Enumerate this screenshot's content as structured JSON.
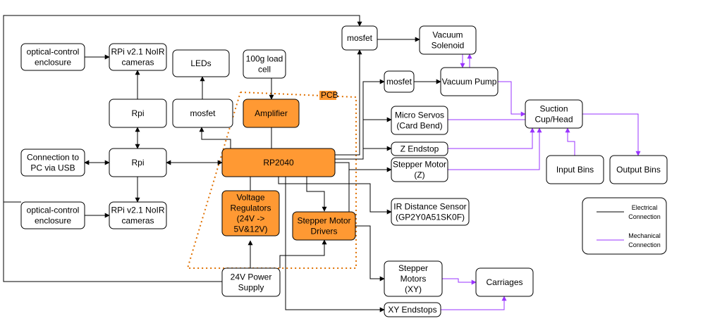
{
  "colors": {
    "electrical": "#000000",
    "mechanical": "#9933ff",
    "pcb_fill": "#ff9933",
    "pcb_border": "#e07000",
    "node_border": "#000000"
  },
  "pcb_label": "PCB",
  "nodes": {
    "optical_top": [
      "optical-control",
      "enclosure"
    ],
    "cam_top": [
      "RPi v2.1 NoIR",
      "cameras"
    ],
    "leds": [
      "LEDs"
    ],
    "loadcell": [
      "100g load",
      "cell"
    ],
    "rpi_a": [
      "Rpi"
    ],
    "mosfet_led": [
      "mosfet"
    ],
    "amplifier": [
      "Amplifier"
    ],
    "usb": [
      "Connection to",
      "PC via USB"
    ],
    "rpi_b": [
      "Rpi"
    ],
    "rp2040": [
      "RP2040"
    ],
    "optical_bot": [
      "optical-control",
      "enclosure"
    ],
    "cam_bot": [
      "RPi v2.1 NoIR",
      "cameras"
    ],
    "vreg": [
      "Voltage",
      "Regulators",
      "(24V ->",
      "5V&12V)"
    ],
    "smd": [
      "Stepper Motor",
      "Drivers"
    ],
    "psu": [
      "24V Power",
      "Supply"
    ],
    "mosfet_top": [
      "mosfet"
    ],
    "solenoid": [
      "Vacuum",
      "Solenoid"
    ],
    "mosfet_pump": [
      "mosfet"
    ],
    "pump": [
      "Vacuum Pump"
    ],
    "servos": [
      "Micro Servos",
      "(Card Bend)"
    ],
    "zend": [
      "Z Endstop"
    ],
    "stepz": [
      "Stepper Motor",
      "(Z)"
    ],
    "ir": [
      "IR Distance Sensor",
      "(GP2Y0A51SK0F)"
    ],
    "stepxy": [
      "Stepper",
      "Motors",
      "(XY)"
    ],
    "xyend": [
      "XY Endstops"
    ],
    "suction": [
      "Suction",
      "Cup/Head"
    ],
    "inbins": [
      "Input Bins"
    ],
    "outbins": [
      "Output Bins"
    ],
    "carriages": [
      "Carriages"
    ]
  },
  "legend": {
    "electrical": [
      "Electrical",
      "Connection"
    ],
    "mechanical": [
      "Mechanical",
      "Connection"
    ]
  }
}
